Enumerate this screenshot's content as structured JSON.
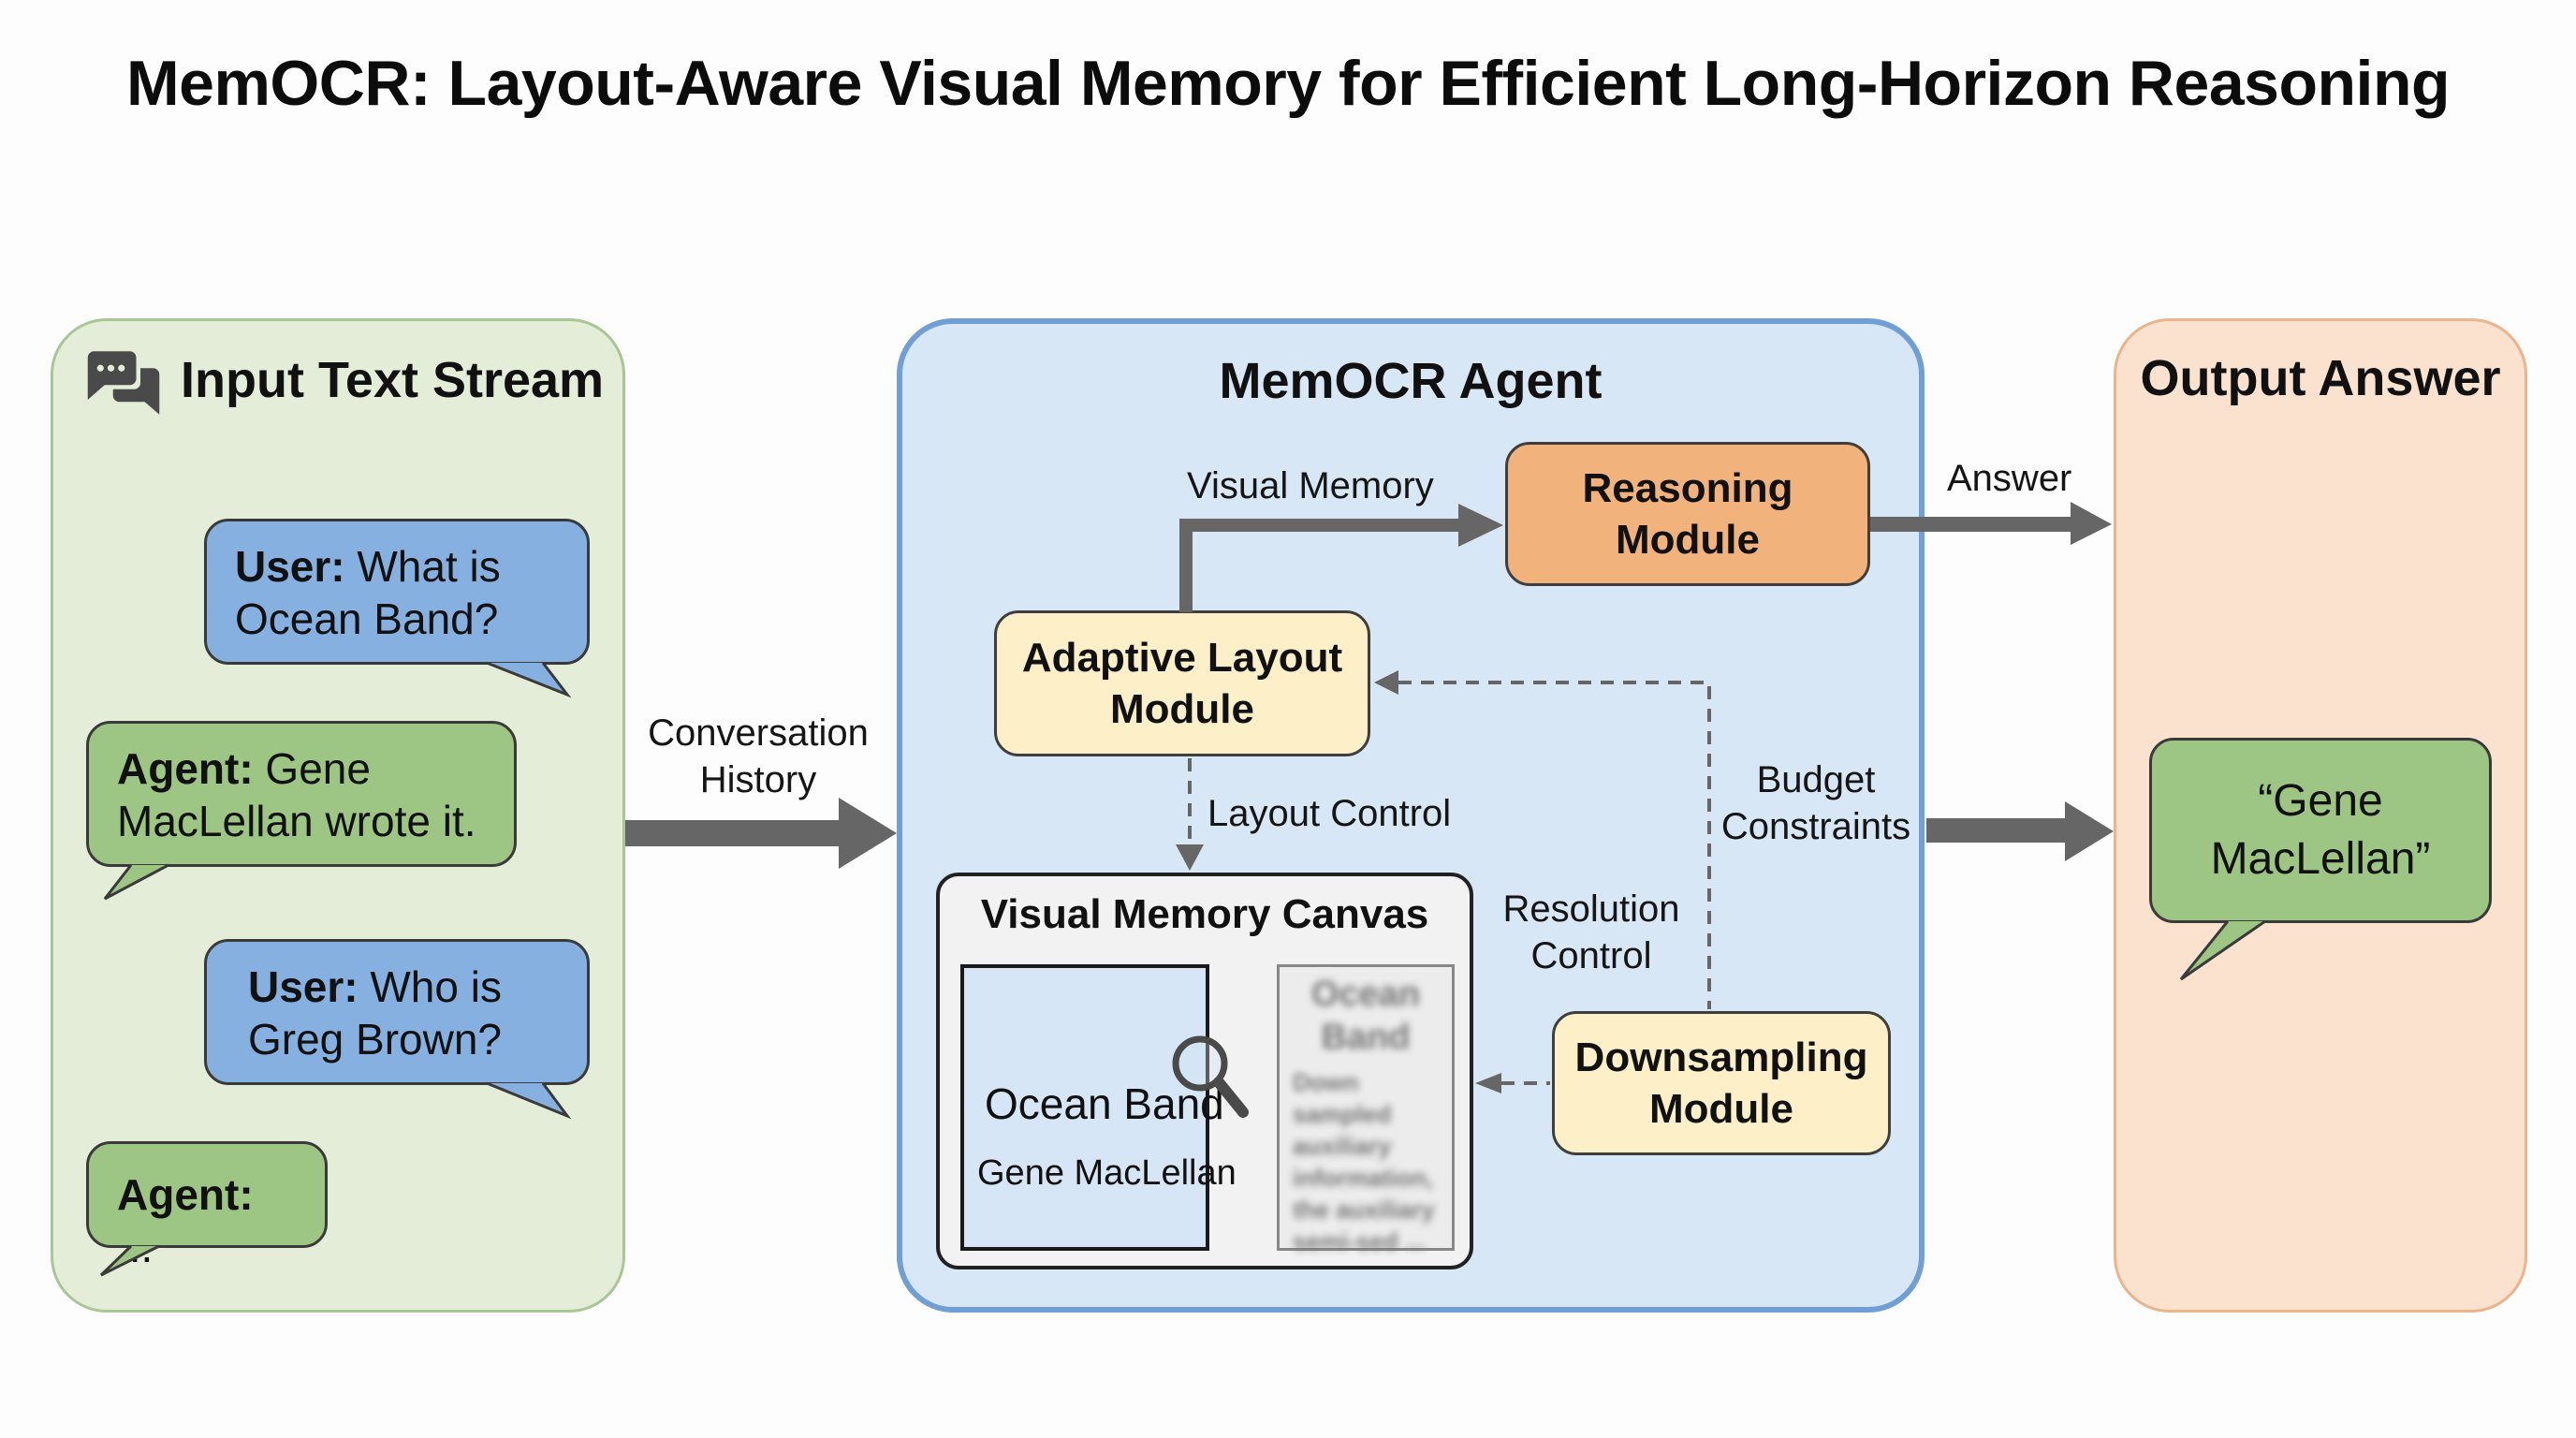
{
  "title": "MemOCR: Layout-Aware Visual Memory for Efficient Long-Horizon Reasoning",
  "input_panel": {
    "title": "Input Text Stream",
    "icon": "chat-bubbles-icon",
    "messages": [
      {
        "role": "user",
        "speaker": "User:",
        "text": " What is Ocean Band?"
      },
      {
        "role": "agent",
        "speaker": "Agent:",
        "text": " Gene MacLellan wrote it."
      },
      {
        "role": "user",
        "speaker": "User:",
        "text": " Who is Greg Brown?"
      },
      {
        "role": "agent",
        "speaker": "Agent:",
        "text": " ..."
      }
    ]
  },
  "arrows": {
    "conversation_history": "Conversation History",
    "visual_memory": "Visual Memory",
    "answer": "Answer",
    "layout_control": "Layout Control",
    "budget_constraints": "Budget Constraints",
    "resolution_control": "Resolution Control"
  },
  "agent_panel": {
    "title": "MemOCR Agent",
    "reasoning_module": "Reasoning Module",
    "adaptive_layout_module": "Adaptive Layout Module",
    "downsampling_module": "Downsampling Module",
    "canvas": {
      "title": "Visual Memory Canvas",
      "sharp_heading": "Ocean Band",
      "sharp_subtext": "Gene MacLellan",
      "blurred_heading": "Ocean Band",
      "blurred_body": "Down sampled auxiliary information, the auxiliary semi-sed ..."
    }
  },
  "output_panel": {
    "title": "Output Answer",
    "answer": "“Gene MacLellan”"
  },
  "colors": {
    "input_bg": "#e3edd8",
    "agent_bg": "#d8e7f5",
    "agent_border": "#6f9fd4",
    "output_bg": "#fbe2cf",
    "user_bubble": "#86b0e0",
    "agent_bubble": "#9dc583",
    "reasoning": "#f2b27c",
    "module": "#fdf0c8",
    "arrow": "#666666"
  }
}
